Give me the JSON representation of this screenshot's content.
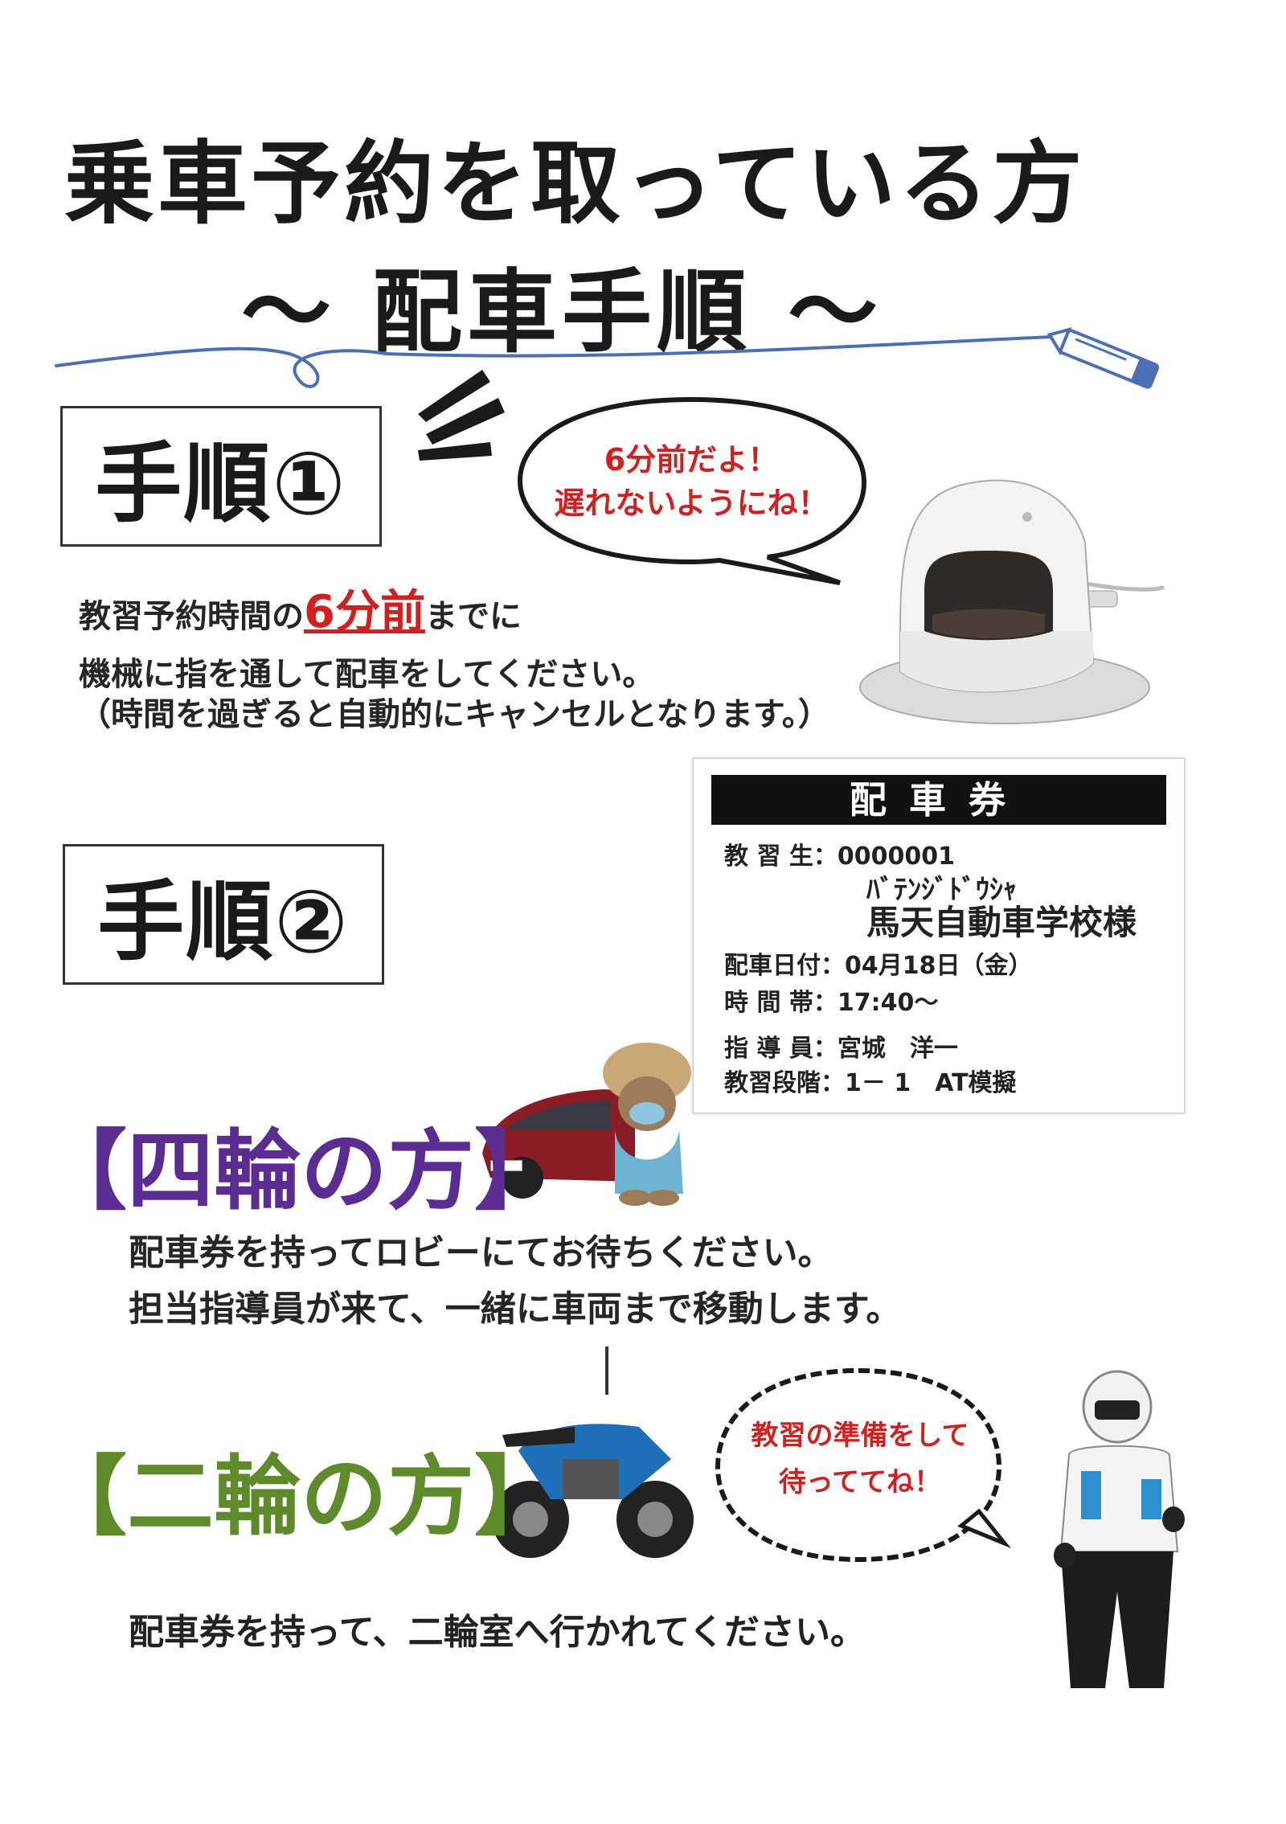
{
  "header": {
    "title_line1": "乗車予約を取っている方",
    "title_line2": "～ 配車手順 ～"
  },
  "step1": {
    "label": "手順①",
    "bubble_line1": "6分前だよ！",
    "bubble_line2": "遅れないようにね！",
    "text_line1_pre": "教習予約時間の",
    "text_line1_highlight": "6分前",
    "text_line1_post": "までに",
    "text_line2": "機械に指を通して配車をしてください。",
    "text_line3": "（時間を過ぎると自動的にキャンセルとなります。）"
  },
  "step2": {
    "label": "手順②"
  },
  "ticket": {
    "header": "配車券",
    "student_label": "教 習 生：",
    "student_id": "0000001",
    "student_kana": "ﾊﾞﾃﾝｼﾞﾄﾞｳｼｬ",
    "student_name": "馬天自動車学校様",
    "date_label": "配車日付：",
    "date_value": "04月18日（金）",
    "time_label": "時 間 帯：",
    "time_value": "17:40～",
    "instructor_label": "指 導 員：",
    "instructor_value": "宮城　洋一",
    "stage_label": "教習段階：",
    "stage_value": "1－ 1　AT模擬"
  },
  "four_wheel": {
    "heading": "【四輪の方】",
    "text_line1": "配車券を持ってロビーにてお待ちください。",
    "text_line2": "担当指導員が来て、一緒に車両まで移動します。"
  },
  "two_wheel": {
    "heading": "【二輪の方】",
    "bubble_line1": "教習の準備をして",
    "bubble_line2": "待っててね！",
    "text": "配車券を持って、二輪室へ行かれてください。"
  },
  "colors": {
    "accent_red": "#d22020",
    "purple": "#5b2c91",
    "green": "#5f8a2c",
    "pen_blue": "#4a6fb5"
  }
}
